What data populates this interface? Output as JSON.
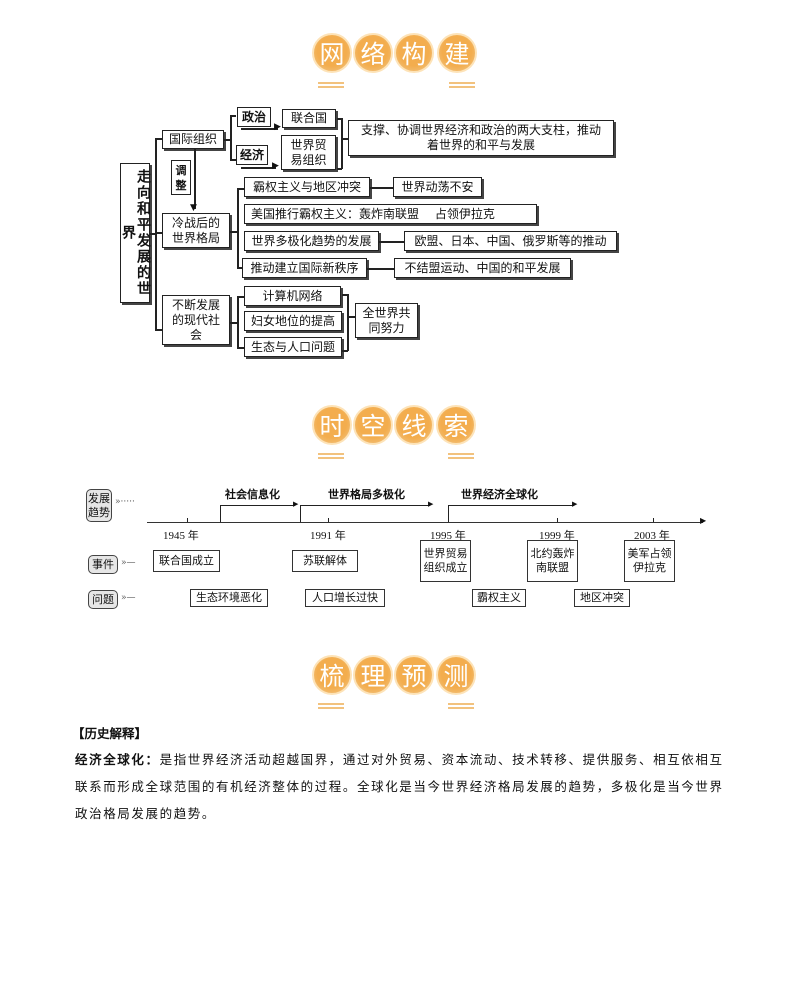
{
  "section_titles": [
    {
      "chars": [
        "网",
        "络",
        "构",
        "建"
      ]
    },
    {
      "chars": [
        "时",
        "空",
        "线",
        "索"
      ]
    },
    {
      "chars": [
        "梳",
        "理",
        "预",
        "测"
      ]
    }
  ],
  "mindmap": {
    "root": "走向和平发展的世界",
    "intl_org": "国际组织",
    "politics": "政治",
    "economy": "经济",
    "un": "联合国",
    "wto": "世界贸易组织",
    "pillars": "支撑、协调世界经济和政治的两大支柱，推动着世界的和平与发展",
    "adjust": "调整",
    "post_cold_war": "冷战后的世界格局",
    "hegemony": "霸权主义与地区冲突",
    "unrest": "世界动荡不安",
    "us_hegemony": "美国推行霸权主义：轰炸南联盟　 占领伊拉克",
    "multipolar": "世界多极化趋势的发展",
    "multipolar_drivers": "欧盟、日本、中国、俄罗斯等的推动",
    "new_order": "推动建立国际新秩序",
    "new_order_drivers": "不结盟运动、中国的和平发展",
    "modern_society": "不断发展的现代社会",
    "computer": "计算机网络",
    "women": "妇女地位的提高",
    "ecology": "生态与人口问题",
    "joint_effort": "全世界共同努力"
  },
  "timeline": {
    "trend_label": "发展趋势",
    "event_label": "事件",
    "problem_label": "问题",
    "trends": [
      "社会信息化",
      "世界格局多极化",
      "世界经济全球化"
    ],
    "years": [
      "1945 年",
      "1991 年",
      "1995 年",
      "1999 年",
      "2003 年"
    ],
    "events": [
      "联合国成立",
      "苏联解体",
      "世界贸易组织成立",
      "北约轰炸南联盟",
      "美军占领伊拉克"
    ],
    "problems": [
      "生态环境恶化",
      "人口增长过快",
      "霸权主义",
      "地区冲突"
    ]
  },
  "explain": {
    "heading": "【历史解释】",
    "term": "经济全球化：",
    "body": "是指世界经济活动超越国界，通过对外贸易、资本流动、技术转移、提供服务、相互依相互联系而形成全球范围的有机经济整体的过程。全球化是当今世界经济格局发展的趋势，多极化是当今世界政治格局发展的趋势。"
  }
}
